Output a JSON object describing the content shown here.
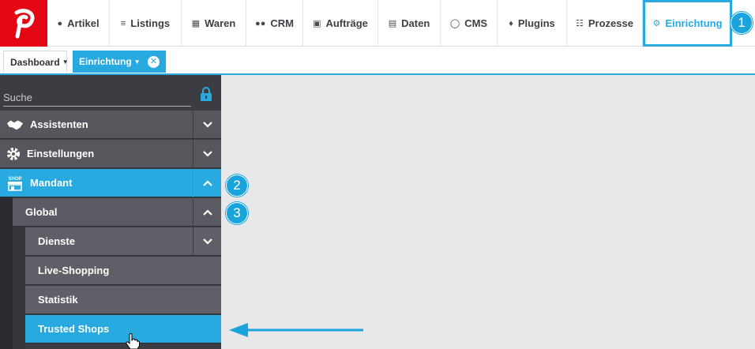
{
  "nav": {
    "items": [
      {
        "label": "Artikel",
        "icon": "tag-icon"
      },
      {
        "label": "Listings",
        "icon": "listings-icon"
      },
      {
        "label": "Waren",
        "icon": "boxes-icon"
      },
      {
        "label": "CRM",
        "icon": "users-icon"
      },
      {
        "label": "Aufträge",
        "icon": "cart-icon"
      },
      {
        "label": "Daten",
        "icon": "database-icon"
      },
      {
        "label": "CMS",
        "icon": "globe-icon"
      },
      {
        "label": "Plugins",
        "icon": "puzzle-icon"
      },
      {
        "label": "Prozesse",
        "icon": "flow-icon"
      },
      {
        "label": "Einrichtung",
        "icon": "gear-icon",
        "active": true
      }
    ]
  },
  "tabs": {
    "dashboard": "Dashboard",
    "einrichtung": "Einrichtung"
  },
  "search": {
    "placeholder": "Suche"
  },
  "menu": {
    "assistenten": "Assistenten",
    "einstellungen": "Einstellungen",
    "mandant": "Mandant",
    "global": "Global",
    "dienste": "Dienste",
    "live_shopping": "Live-Shopping",
    "statistik": "Statistik",
    "trusted_shops": "Trusted Shops",
    "shop_icon_text": "SHOP"
  },
  "badges": {
    "one": "1",
    "two": "2",
    "three": "3"
  },
  "colors": {
    "accent": "#28a9e0",
    "brand": "#e30613",
    "sidebar": "#3c3d43"
  }
}
